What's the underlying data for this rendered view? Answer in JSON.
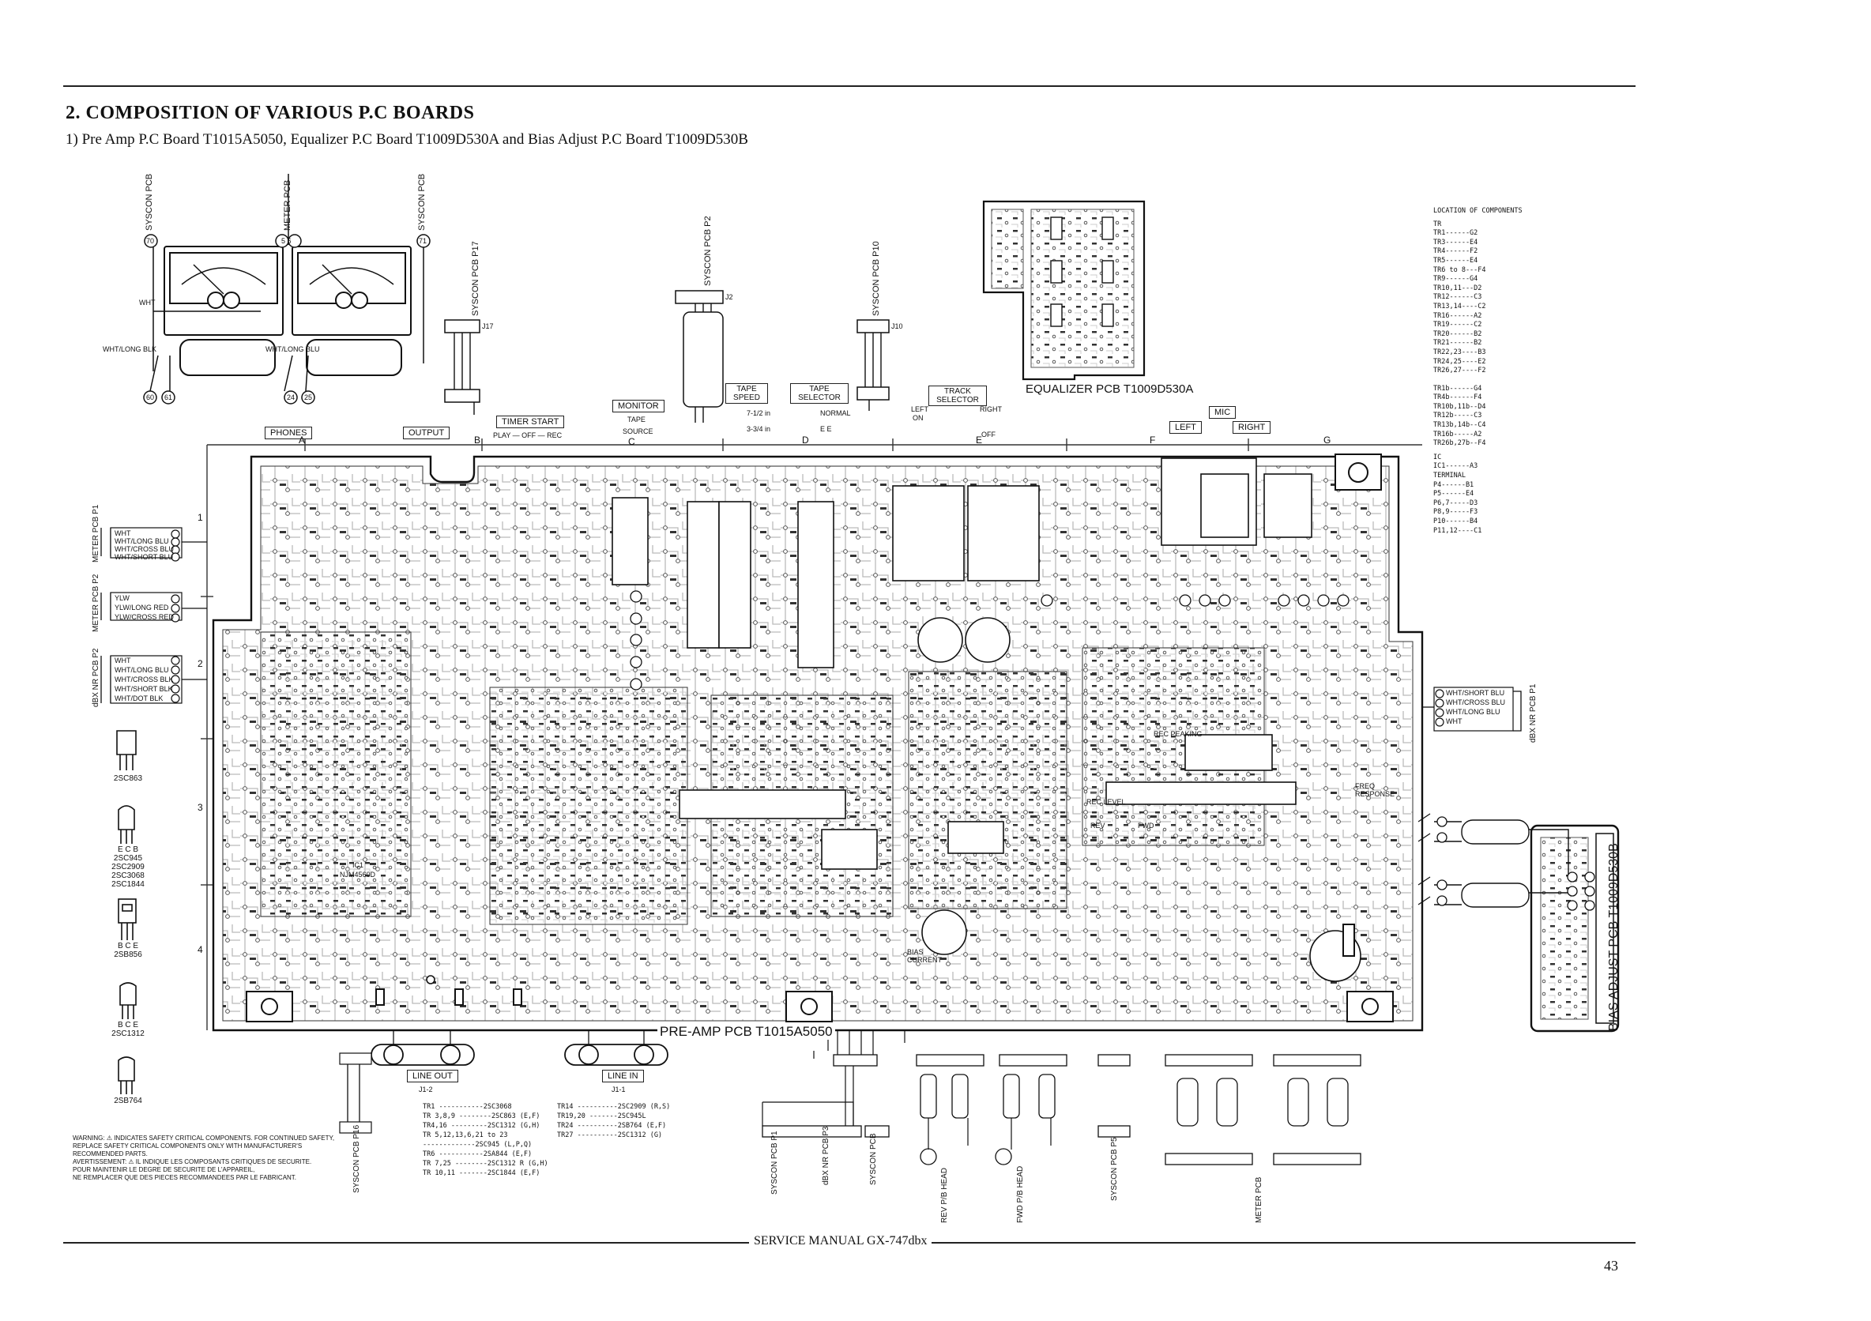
{
  "page": {
    "section_title": "2. COMPOSITION OF VARIOUS P.C BOARDS",
    "subtitle": "1) Pre Amp P.C Board T1015A5050, Equalizer P.C Board T1009D530A and Bias Adjust P.C Board T1009D530B",
    "footer_title": "SERVICE MANUAL GX-747dbx",
    "page_number": "43"
  },
  "boards": {
    "pre_amp": "PRE-AMP PCB T1015A5050",
    "equalizer": "EQUALIZER PCB T1009D530A",
    "bias_adjust": "BIAS ADJUST PCB T1009D530B"
  },
  "panel_labels": {
    "phones": "PHONES",
    "output": "OUTPUT",
    "timer_start": "TIMER START",
    "timer_scale": "PLAY — OFF — REC",
    "monitor": "MONITOR",
    "monitor_tape": "TAPE",
    "monitor_source": "SOURCE",
    "tape_speed": "TAPE SPEED",
    "speed_1": "7-1/2 in",
    "speed_2": "3-3/4 in",
    "tape_selector": "TAPE SELECTOR",
    "sel_normal": "NORMAL",
    "sel_ee": "E E",
    "track_selector": "TRACK SELECTOR",
    "track_left": "LEFT",
    "track_right": "RIGHT",
    "track_on": "ON",
    "track_off": "OFF",
    "mic": "MIC",
    "mic_left": "LEFT",
    "mic_right": "RIGHT",
    "line_out": "LINE OUT",
    "line_in": "LINE IN",
    "line_out_jack": "J1-2",
    "line_in_jack": "J1-1"
  },
  "grid": {
    "columns": [
      "A",
      "B",
      "C",
      "D",
      "E",
      "F",
      "G"
    ],
    "rows": [
      "1",
      "2",
      "3",
      "4"
    ]
  },
  "connectors_top": [
    {
      "label": "SYSCON PCB",
      "pins": "70"
    },
    {
      "label": "METER PCB",
      "pins": "5 6"
    },
    {
      "label": "SYSCON PCB",
      "pins": "71"
    },
    {
      "label": "SYSCON PCB P17",
      "pins": "J17"
    },
    {
      "label": "SYSCON PCB P2",
      "pins": "J2"
    },
    {
      "label": "SYSCON PCB P10",
      "pins": "J10"
    }
  ],
  "connectors_left": [
    {
      "label": "METER PCB P1",
      "wires": [
        "WHT",
        "WHT/LONG BLU",
        "WHT/CROSS BLU",
        "WHT/SHORT BLU"
      ]
    },
    {
      "label": "METER PCB P2",
      "wires": [
        "YLW",
        "YLW/LONG RED",
        "YLW/CROSS RED"
      ]
    },
    {
      "label": "dBX NR PCB P2",
      "wires": [
        "WHT",
        "WHT/LONG BLU",
        "WHT/CROSS BLK",
        "WHT/SHORT BLK",
        "WHT/DOT BLK"
      ]
    }
  ],
  "connectors_right": [
    {
      "label": "dBX NR PCB P1",
      "wires": [
        "WHT/SHORT BLU",
        "WHT/CROSS BLU",
        "WHT/LONG BLU",
        "WHT"
      ]
    }
  ],
  "connectors_bottom": [
    {
      "label": "SYSCON PCB P16"
    },
    {
      "label": "SYSCON PCB P1"
    },
    {
      "label": "dBX NR PCB P3"
    },
    {
      "label": "SYSCON PCB"
    },
    {
      "label": "REV P/B HEAD"
    },
    {
      "label": "FWD P/B HEAD"
    },
    {
      "label": "SYSCON PCB P5"
    },
    {
      "label": "METER PCB"
    }
  ],
  "meter_wires": {
    "left": "WHT/LONG BLK",
    "right": "WHT/LONG BLU",
    "white": "WHT",
    "pins_left": [
      "60",
      "61"
    ],
    "pins_right": [
      "24",
      "25"
    ]
  },
  "location_of_components": {
    "title": "LOCATION OF COMPONENTS",
    "tr_header": "TR",
    "tr": [
      "TR1------G2",
      "TR3------E4",
      "TR4------F2",
      "TR5------E4",
      "TR6 to 8---F4",
      "TR9------G4",
      "TR10,11---D2",
      "TR12------C3",
      "TR13,14----C2",
      "TR16------A2",
      "TR19------C2",
      "TR20------B2",
      "TR21------B2",
      "TR22,23----B3",
      "TR24,25----E2",
      "TR26,27----F2",
      "TR1b------G4",
      "TR4b------F4",
      "TR10b,11b--D4",
      "TR12b-----C3",
      "TR13b,14b--C4",
      "TR16b-----A2",
      "TR26b,27b--F4"
    ],
    "ic_header": "IC",
    "ic": [
      "IC1------A3"
    ],
    "terminal_header": "TERMINAL",
    "terminal": [
      "P4------B1",
      "P5------E4",
      "P6,7-----D3",
      "P8,9-----F3",
      "P10------B4",
      "P11,12----C1"
    ]
  },
  "transistor_packages": [
    {
      "pins": "",
      "parts": [
        "2SC863"
      ]
    },
    {
      "pins": "E C B",
      "parts": [
        "2SC945",
        "2SC2909",
        "2SC3068",
        "2SC1844"
      ]
    },
    {
      "pins": "B C E",
      "parts": [
        "2SB856"
      ]
    },
    {
      "pins": "B C E",
      "parts": [
        "2SC1312"
      ]
    },
    {
      "pins": "",
      "parts": [
        "2SB764"
      ]
    }
  ],
  "tr_table_1": [
    "TR1 -----------2SC3068",
    "TR 3,8,9 --------2SC863 (E,F)",
    "TR4,16 ---------2SC1312 (G,H)",
    "TR 5,12,13,6,21 to 23",
    "-------------2SC945 (L,P,Q)",
    "TR6 -----------2SA844 (E,F)",
    "TR 7,25 --------2SC1312 R (G,H)",
    "TR 10,11 -------2SC1844 (E,F)"
  ],
  "tr_table_2": [
    "TR14 ----------2SC2909 (R,S)",
    "TR19,20 -------2SC945L",
    "TR24 ----------2SB764 (E,F)",
    "TR27 ----------2SC1312 (G)"
  ],
  "warning": [
    "WARNING: ⚠ INDICATES SAFETY CRITICAL COMPONENTS. FOR CONTINUED SAFETY,",
    "REPLACE SAFETY CRITICAL COMPONENTS ONLY WITH MANUFACTURER'S",
    "RECOMMENDED PARTS.",
    "AVERTISSEMENT: ⚠ IL INDIQUE LES COMPOSANTS CRITIQUES DE SECURITE.",
    "POUR MAINTENIR LE DEGRE DE SECURITE DE L'APPAREIL,",
    "NE REMPLACER QUE DES PIECES RECOMMANDEES PAR LE FABRICANT."
  ],
  "board_marks": {
    "rec_level": "REC LEVEL",
    "rec_peaking": "REC PEAKING",
    "bias_current": "BIAS CURRENT",
    "freq_response": "FREQ RESPONSE",
    "ic1": "IC1",
    "ic1_part": "NJM4560D",
    "rev": "REV",
    "fwd": "FWD"
  }
}
